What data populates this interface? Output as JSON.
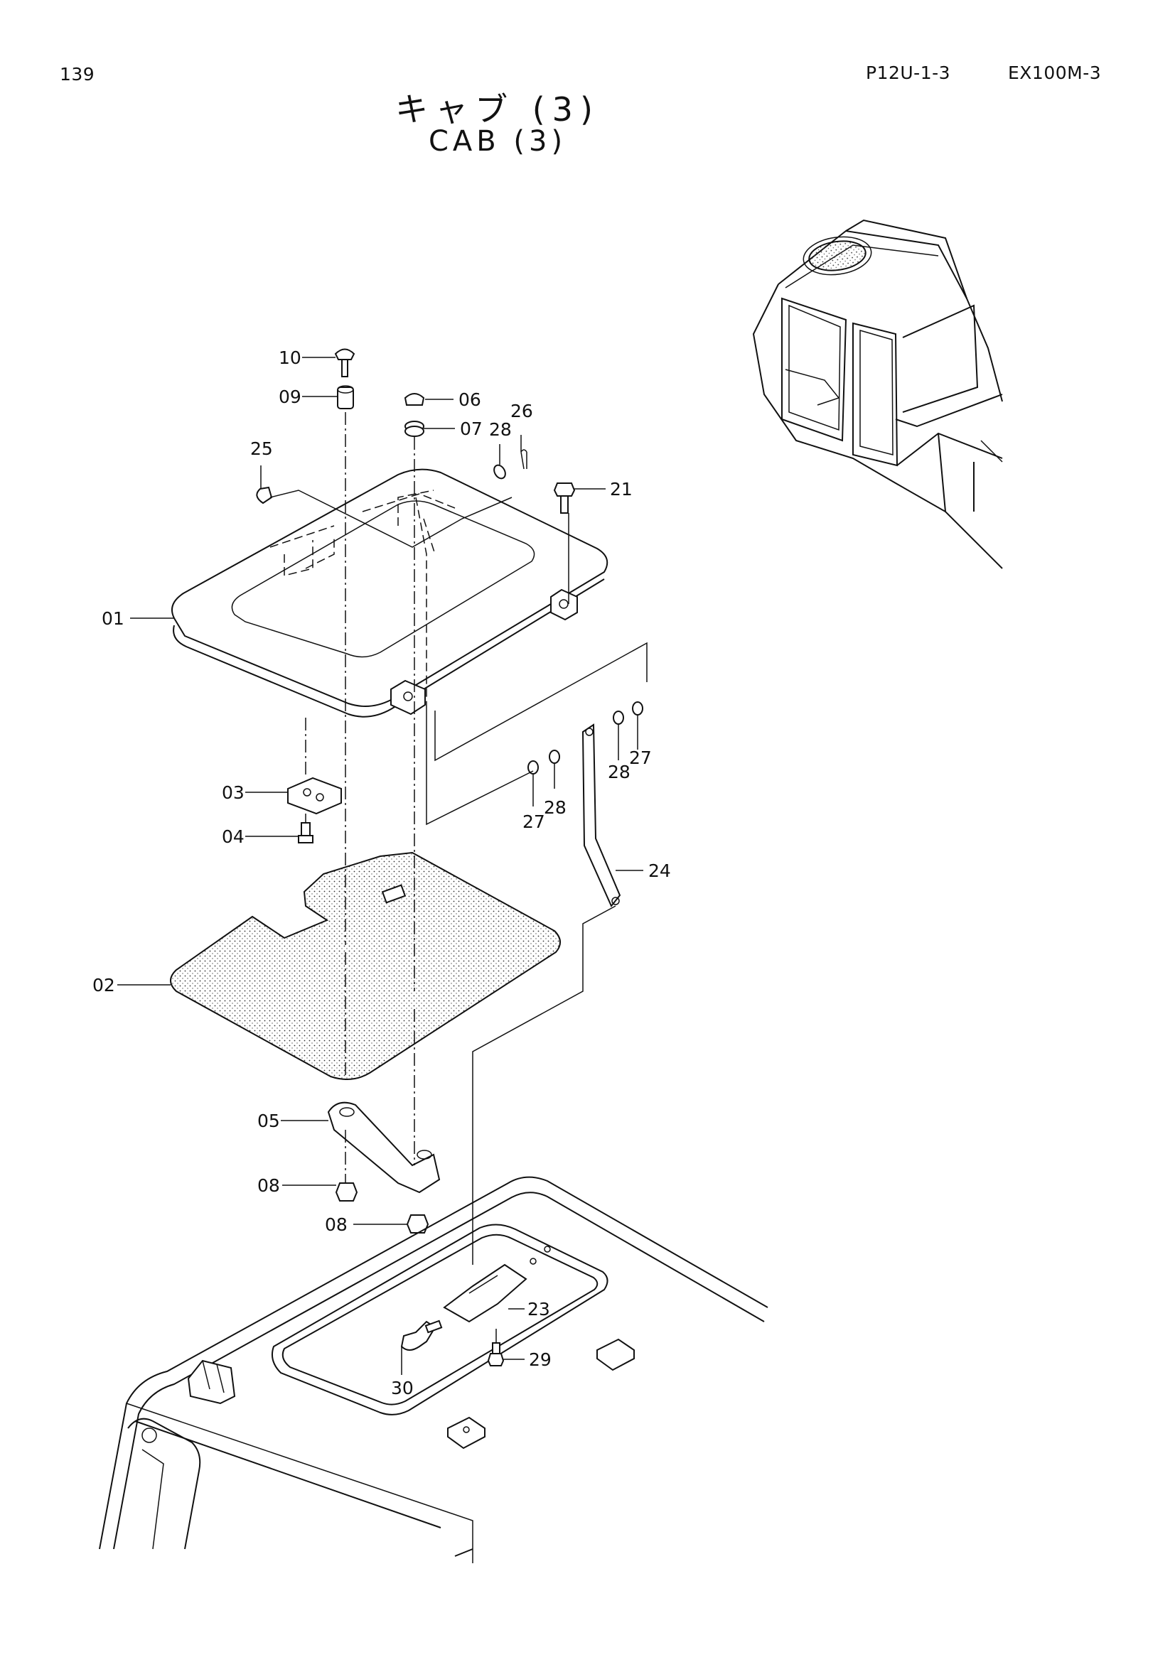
{
  "header": {
    "page_number": "139",
    "section_code": "P12U-1-3",
    "model": "EX100M-3"
  },
  "title": {
    "japanese": "キャブ (3)",
    "english": "CAB (3)"
  },
  "callouts": {
    "p01": "01",
    "p02": "02",
    "p03": "03",
    "p04": "04",
    "p05": "05",
    "p06": "06",
    "p07": "07",
    "p08a": "08",
    "p08b": "08",
    "p09": "09",
    "p10": "10",
    "p21": "21",
    "p23": "23",
    "p24": "24",
    "p25": "25",
    "p26": "26",
    "p27a": "27",
    "p27b": "27",
    "p28a": "28",
    "p28b": "28",
    "p28c": "28",
    "p29": "29",
    "p30": "30"
  }
}
